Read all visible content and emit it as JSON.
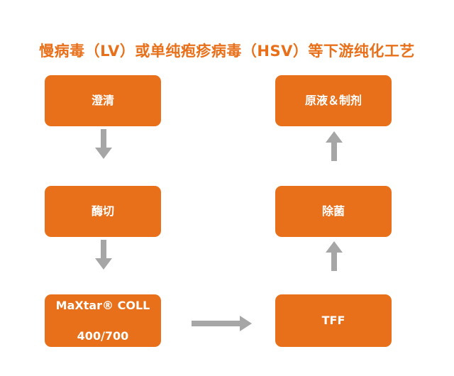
{
  "title": "慢病毒（LV）或单纯疱疹病毒（HSV）等下游纯化工艺",
  "steps_left": {
    "step1": "澄清",
    "step2": "酶切",
    "step3_line1": "MaXtar® COLL",
    "step3_line2": "400/700"
  },
  "steps_right": {
    "step4": "TFF",
    "step5": "除菌",
    "step6": "原液＆制剂"
  },
  "colors": {
    "box": "#e8701a",
    "arrow": "#a6a6a6",
    "title": "#e8701a"
  }
}
